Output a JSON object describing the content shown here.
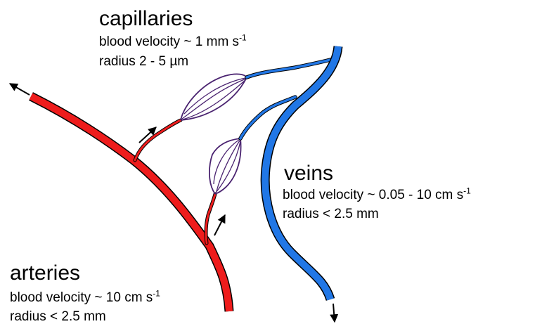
{
  "colors": {
    "artery": "#ee1c1c",
    "vein": "#2177e6",
    "capillary": "#4a2370",
    "outline": "#000000",
    "background": "#ffffff"
  },
  "capillaries": {
    "title": "capillaries",
    "velocity_prefix": "blood velocity ~ 1 mm s",
    "velocity_exp": "-1",
    "radius": "radius 2 - 5 µm"
  },
  "veins": {
    "title": "veins",
    "velocity_prefix": "blood velocity ~ 0.05 - 10 cm s",
    "velocity_exp": "-1",
    "radius": "radius < 2.5 mm"
  },
  "arteries": {
    "title": "arteries",
    "velocity_prefix": "blood velocity ~ 10 cm s",
    "velocity_exp": "-1",
    "radius": "radius < 2.5 mm"
  }
}
